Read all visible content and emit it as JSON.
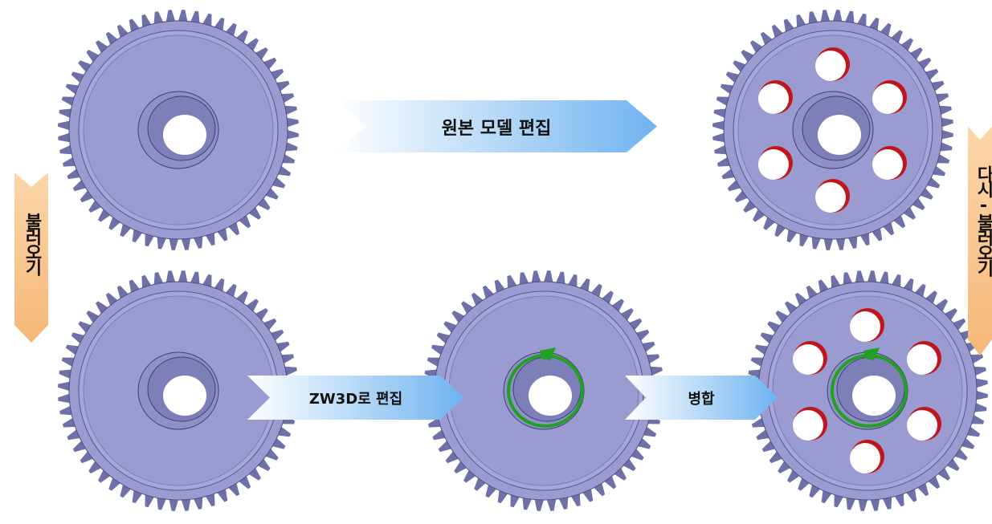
{
  "arrows": {
    "edit_original": "원본 모델 편집",
    "edit_zw3d": "ZW3D로 편집",
    "merge": "병합"
  },
  "side_arrows": {
    "import": "불러오기",
    "reimport": "다시-불러오기"
  },
  "colors": {
    "gear_face": "#9a9bd0",
    "gear_dark": "#6e70a8",
    "hole_rim": "#c0151b",
    "edit_feature": "#22a022",
    "arrow_blue": "#6fb6f2",
    "arrow_orange": "#f7c48a"
  },
  "gears": [
    {
      "name": "gear-original",
      "holes": 0,
      "edit_mark": false
    },
    {
      "name": "gear-edited-original",
      "holes": 6,
      "edit_mark": false
    },
    {
      "name": "gear-imported",
      "holes": 0,
      "edit_mark": false
    },
    {
      "name": "gear-zw3d-edited",
      "holes": 0,
      "edit_mark": true
    },
    {
      "name": "gear-merged",
      "holes": 6,
      "edit_mark": true
    }
  ]
}
